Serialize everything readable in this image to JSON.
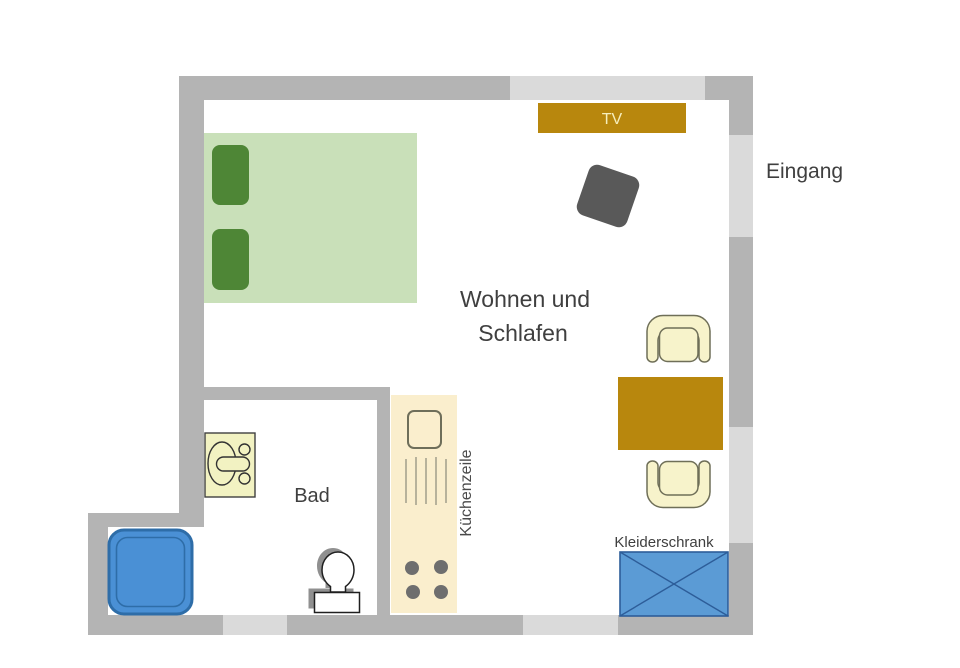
{
  "diagram": {
    "type": "apartment-floor-plan"
  },
  "labels": {
    "entrance": "Eingang",
    "living_line1": "Wohnen und",
    "living_line2": "Schlafen",
    "bath": "Bad",
    "kitchen_unit": "Küchenzeile",
    "wardrobe": "Kleiderschrank",
    "tv": "TV"
  },
  "colors": {
    "wall": "#b4b4b4",
    "wall_opening": "#dadada",
    "bed_fill": "#c9e0b9",
    "pillow_fill": "#4e8636",
    "gold_furniture": "#b8870d",
    "chair_fill": "#f7f3cb",
    "chair_stroke": "#6f6f58",
    "kitchen_fill": "#faeecd",
    "bath_fixture_fill": "#f2f2c2",
    "shower_fill": "#4a90d5",
    "shower_stroke": "#2e6da8",
    "wardrobe_fill": "#5b9bd5",
    "wardrobe_stroke": "#2d5d99",
    "dark_object": "#595959",
    "toilet_shadow": "#909090",
    "text": "#3f3f3f"
  }
}
